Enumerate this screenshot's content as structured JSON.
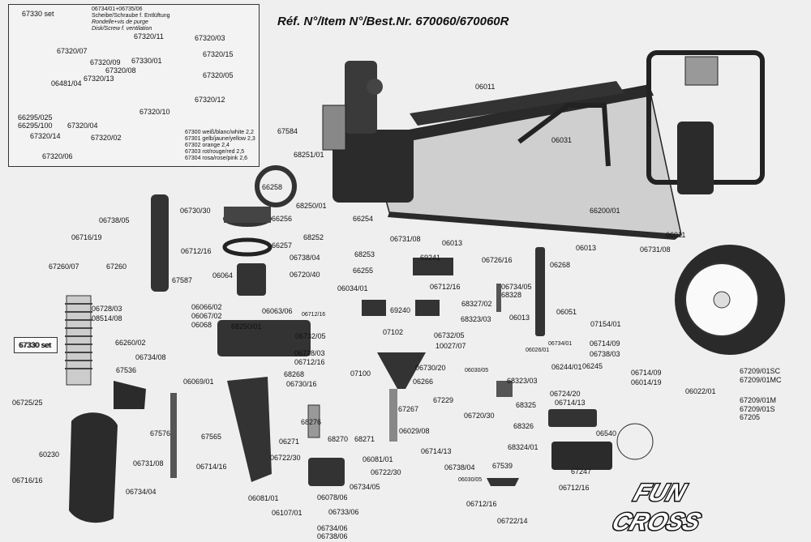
{
  "title": "Réf. N°/Item N°/Best.Nr. 670060/670060R",
  "inset": {
    "set_label": "67330 set",
    "notes": [
      "06734/01+06735/06",
      "Scheibe/Schraube f. Entlüftung",
      "Rondelle+vis de purge",
      "Disk/Screw f. ventilation"
    ],
    "spring_notes": [
      "67300 weiß/blanc/white 2,2",
      "67301 gelb/jaune/yellow 2,3",
      "67302 orange 2,4",
      "67303 rot/rouge/red 2,5",
      "67304 rosa/rose/pink 2,6"
    ],
    "labels": [
      "67320/11",
      "67320/03",
      "67320/15",
      "67320/07",
      "67320/09",
      "67330/01",
      "67320/13",
      "67320/08",
      "67320/05",
      "06481/04",
      "67320/04",
      "67320/10",
      "67320/12",
      "66295/025",
      "66295/100",
      "67320/14",
      "67320/02",
      "67320/06"
    ]
  },
  "set_box_label": "67330 set",
  "labels": [
    "06011",
    "06031",
    "67584",
    "68251/01",
    "66258",
    "68250/01",
    "66200/01",
    "06011",
    "06013",
    "06731/08",
    "66254",
    "66256",
    "66257",
    "68252",
    "68253",
    "06731/08",
    "06013",
    "06738/05",
    "06730/30",
    "06716/19",
    "06712/16",
    "67260/07",
    "67260",
    "67587",
    "06738/04",
    "06064",
    "06720/40",
    "66255",
    "69241",
    "06726/16",
    "06712/16",
    "06734/05",
    "68328",
    "06268",
    "06728/03",
    "08514/08",
    "06066/02",
    "06067/02",
    "06068",
    "06034/01",
    "06063/06",
    "69240",
    "68327/02",
    "06051",
    "06013",
    "68323/03",
    "07154/01",
    "66260/02",
    "68250/01",
    "06712/16",
    "06732/05",
    "07102",
    "06732/05",
    "10027/07",
    "06026/01",
    "06734/01",
    "06714/09",
    "06738/03",
    "67330 set",
    "06734/08",
    "06728/03",
    "06712/16",
    "07100",
    "06730/20",
    "06030/05",
    "68323/03",
    "06244/01",
    "06245",
    "67536",
    "06069/01",
    "68268",
    "06730/16",
    "06266",
    "67229",
    "06724/20",
    "06714/13",
    "06714/09",
    "06014/19",
    "06022/01",
    "06725/25",
    "67267",
    "68325",
    "06720/30",
    "67209/01SC",
    "67209/01MC",
    "67209/01M",
    "67209/01S",
    "67205",
    "68276",
    "67576",
    "67565",
    "06029/08",
    "68326",
    "06540",
    "06271",
    "68270",
    "68271",
    "06081/01",
    "06714/13",
    "68324/01",
    "60230",
    "06722/30",
    "06738/04",
    "67539",
    "67247",
    "06731/08",
    "06714/16",
    "06722/30",
    "06030/05",
    "06716/16",
    "06734/04",
    "06081/01",
    "06078/06",
    "06734/05",
    "06712/16",
    "06712/16",
    "06107/01",
    "06733/06",
    "06722/14",
    "06734/06",
    "06738/06"
  ],
  "logo_text": [
    "FUN",
    "CROSS"
  ]
}
